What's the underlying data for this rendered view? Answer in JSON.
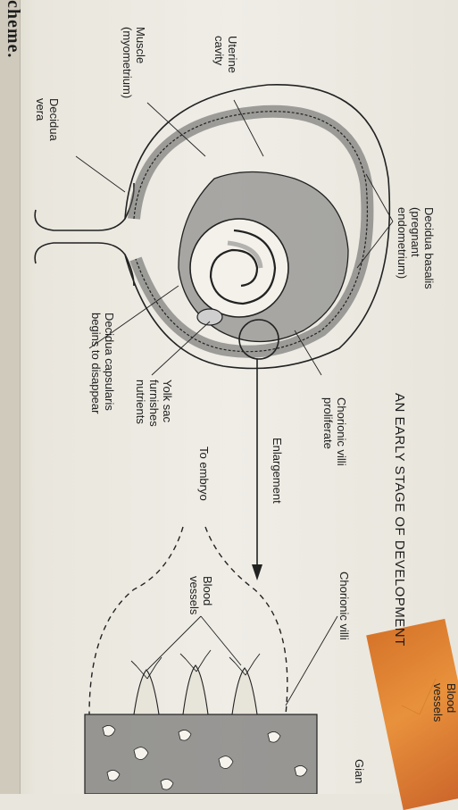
{
  "corner_text": "cheme.",
  "title": "AN EARLY STAGE OF DEVELOPMENT",
  "labels": {
    "uterine_cavity": [
      "Uterine",
      "cavity"
    ],
    "muscle": [
      "Muscle",
      "(myometrium)"
    ],
    "decidua_vera": [
      "Decidua",
      "vera"
    ],
    "decidua_basalis": [
      "Decidua basalis",
      "(pregnant",
      "endometrium)"
    ],
    "decidua_capsularis": [
      "Decidua capsularis",
      "begins to disappear"
    ],
    "yolk_sac": [
      "Yolk sac",
      "furnishes",
      "nutrients"
    ],
    "chorionic_villi_proliferate": [
      "Chorionic villi",
      "proliferate"
    ],
    "enlargement": "Enlargement",
    "to_embryo": "To embryo",
    "blood_vessels_top": [
      "Blood",
      "vessels"
    ],
    "chorionic_villi": "Chorionic villi",
    "blood_vessels_bottom": [
      "Blood",
      "vessels"
    ],
    "giant_partial": "Gian"
  }
}
